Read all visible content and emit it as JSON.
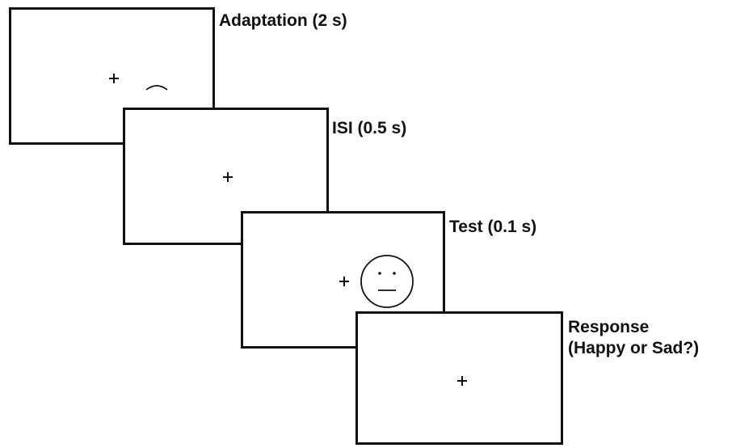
{
  "frames": [
    {
      "label": "Adaptation (2 s)",
      "stimulus": "mouth-curve-icon"
    },
    {
      "label": "ISI (0.5 s)",
      "stimulus": ""
    },
    {
      "label": "Test (0.1 s)",
      "stimulus": "neutral-face-icon"
    },
    {
      "label_lines": [
        "Response",
        "(Happy or Sad?)"
      ],
      "stimulus": ""
    }
  ],
  "colors": {
    "stroke": "#111111",
    "background": "#ffffff"
  }
}
